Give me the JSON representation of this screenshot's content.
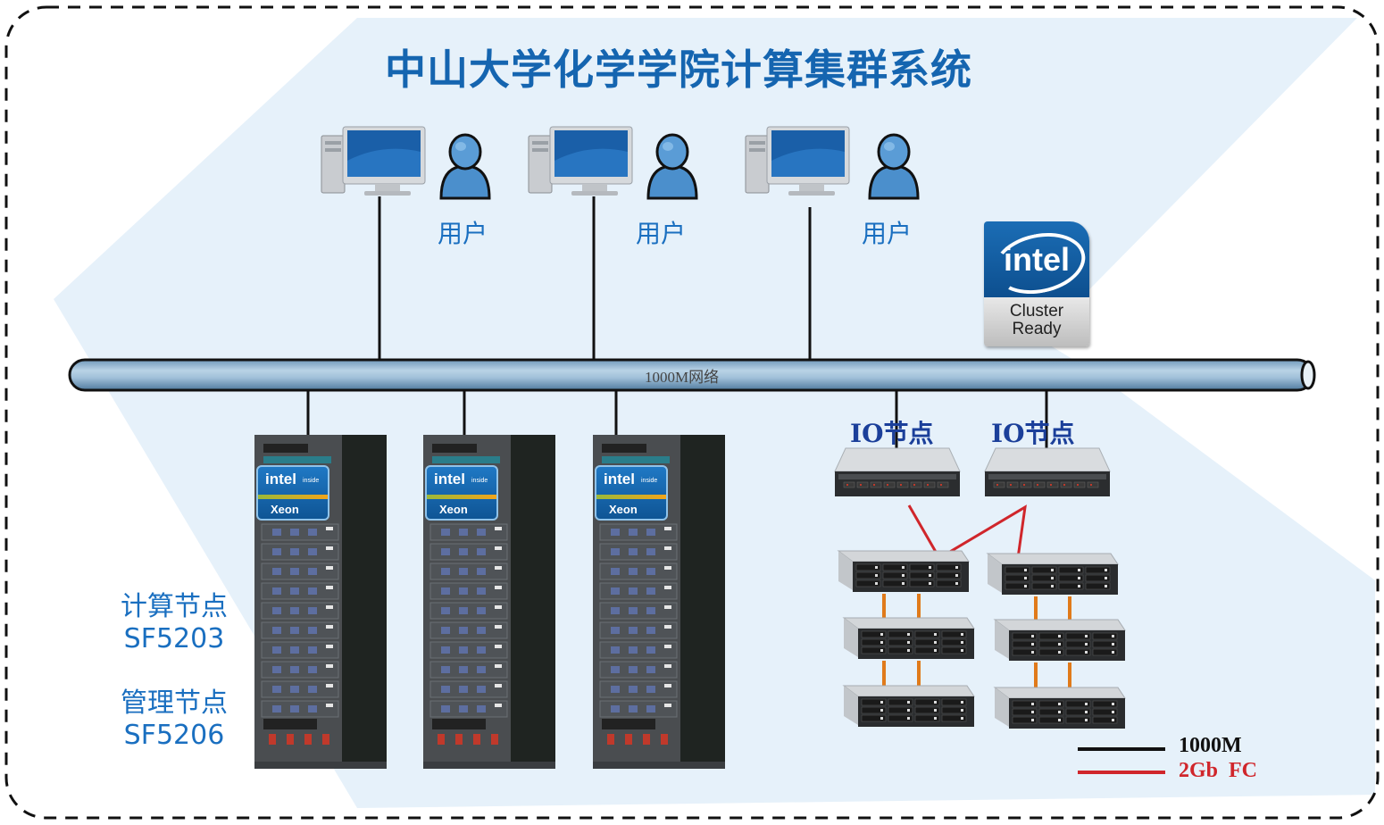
{
  "title": "中山大学化学学院计算集群系统",
  "colors": {
    "title": "#1565b0",
    "label_blue": "#1a6fc0",
    "io_label": "#1b3f9a",
    "background_band": "#e6f1fa",
    "network_bus": "#8fb4d0",
    "fc_link": "#d0262b",
    "sas_link": "#e07a1a",
    "ethernet_link": "#111111"
  },
  "users": [
    {
      "label": "用户",
      "icons": [
        "desktop-computer-icon",
        "user-icon"
      ]
    },
    {
      "label": "用户",
      "icons": [
        "desktop-computer-icon",
        "user-icon"
      ]
    },
    {
      "label": "用户",
      "icons": [
        "desktop-computer-icon",
        "user-icon"
      ]
    }
  ],
  "network": {
    "label": "1000M网络"
  },
  "badge": {
    "brand": "intel",
    "line1": "Cluster",
    "line2": "Ready"
  },
  "racks": [
    {
      "badge_brand": "intel",
      "badge_sub": "inside",
      "badge_product": "Xeon"
    },
    {
      "badge_brand": "intel",
      "badge_sub": "inside",
      "badge_product": "Xeon"
    },
    {
      "badge_brand": "intel",
      "badge_sub": "inside",
      "badge_product": "Xeon"
    }
  ],
  "node_labels": [
    {
      "name": "计算节点",
      "model": "SF5203"
    },
    {
      "name": "管理节点",
      "model": "SF5206"
    }
  ],
  "io_nodes": [
    {
      "label": "IO节点"
    },
    {
      "label": "IO节点"
    }
  ],
  "storage": {
    "columns": 2,
    "units_per_column": 3
  },
  "legend": [
    {
      "label": "1000M",
      "color": "#111111"
    },
    {
      "label": "2Gb  FC",
      "color": "#d0262b"
    }
  ]
}
